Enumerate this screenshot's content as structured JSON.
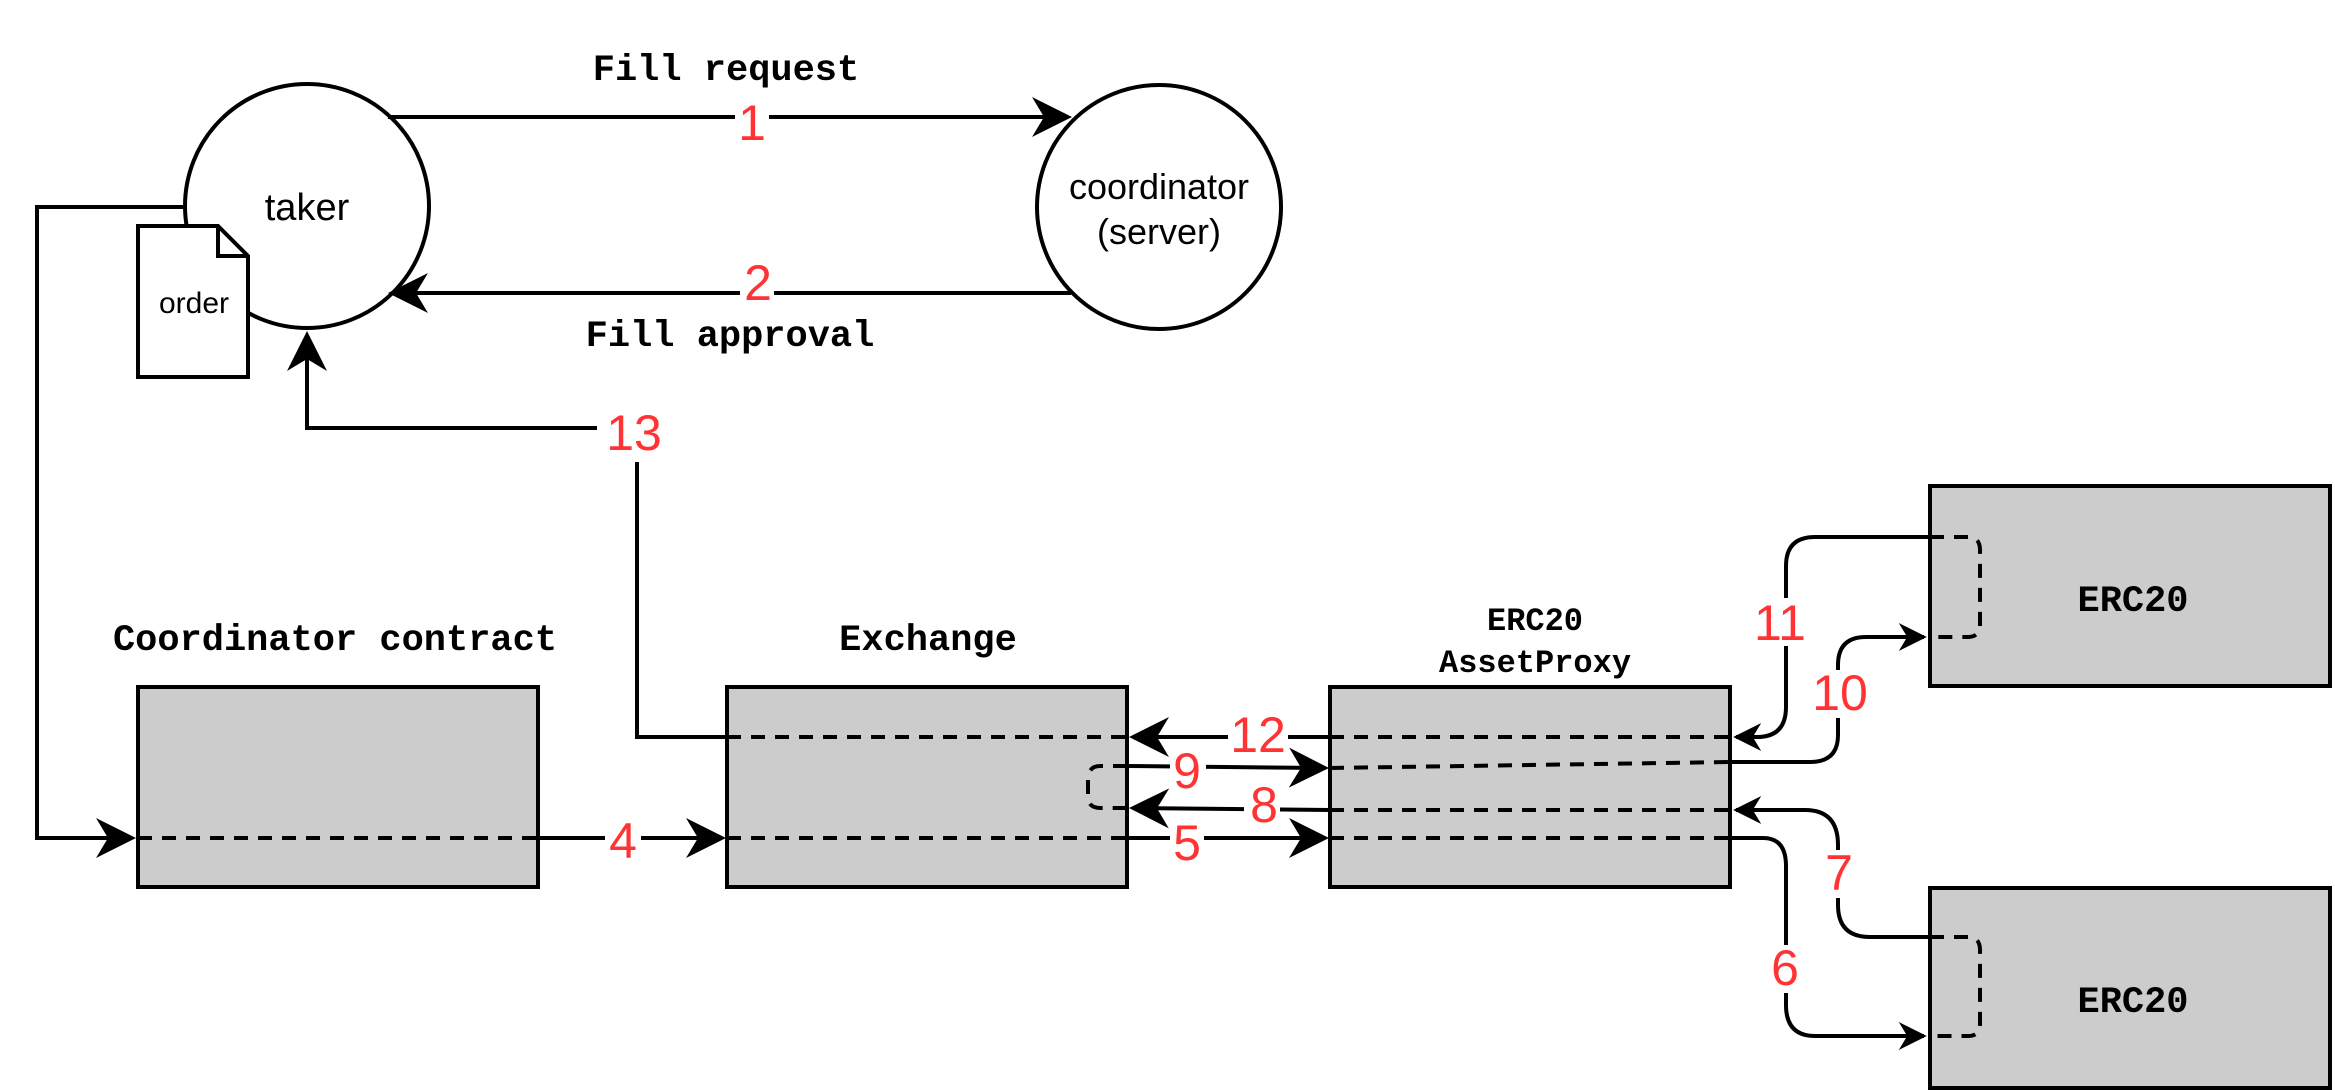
{
  "nodes": {
    "taker": "taker",
    "order": "order",
    "coordinator_line1": "coordinator",
    "coordinator_line2": "(server)",
    "coordinator_contract": "Coordinator contract",
    "exchange": "Exchange",
    "asset_proxy_line1": "ERC20",
    "asset_proxy_line2": "AssetProxy",
    "erc20_top": "ERC20",
    "erc20_bottom": "ERC20"
  },
  "edges": {
    "fill_request": "Fill request",
    "fill_approval": "Fill approval"
  },
  "steps": [
    "1",
    "2",
    "4",
    "5",
    "6",
    "7",
    "8",
    "9",
    "10",
    "11",
    "12",
    "13"
  ],
  "colors": {
    "step_number": "#ff3333",
    "box_fill": "#cccccc",
    "stroke": "#000000"
  }
}
